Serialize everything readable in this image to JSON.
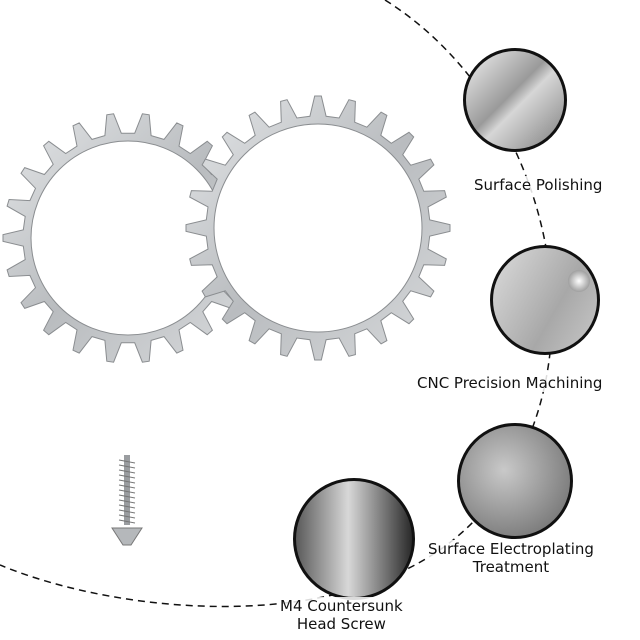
{
  "features": [
    {
      "id": "polishing",
      "label": "Surface Polishing"
    },
    {
      "id": "cnc",
      "label": "CNC Precision Machining"
    },
    {
      "id": "electroplating",
      "label_line1": "Surface Electroplating",
      "label_line2": "Treatment"
    },
    {
      "id": "screw",
      "label_line1": "M4 Countersunk",
      "label_line2": "Head Screw"
    }
  ],
  "colors": {
    "metal": "#c9cbcd",
    "metal_dark": "#8a8d90",
    "outline": "#111111"
  }
}
